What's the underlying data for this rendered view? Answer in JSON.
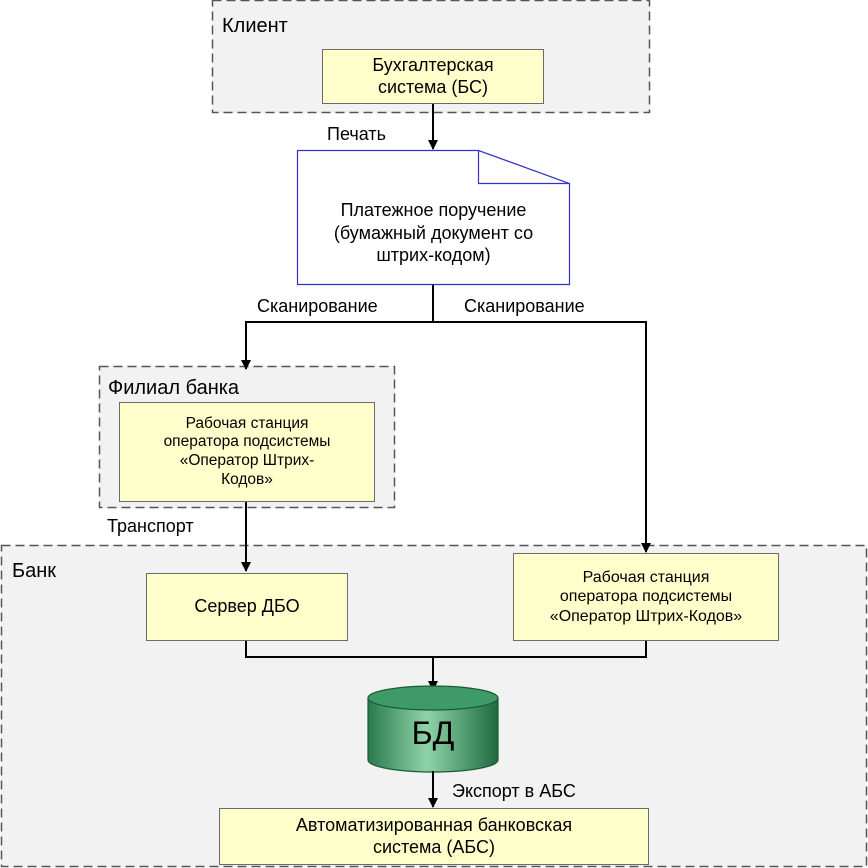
{
  "zones": {
    "client": "Клиент",
    "branch": "Филиал банка",
    "bank": "Банк"
  },
  "nodes": {
    "accounting": "Бухгалтерская\nсистема (БС)",
    "payment_order": "Платежное поручение\n(бумажный документ со\nштрих-кодом)",
    "branch_workstation": "Рабочая станция\nоператора подсистемы\n«Оператор Штрих-\nКодов»",
    "dbo_server": "Сервер ДБО",
    "bank_workstation": "Рабочая станция\nоператора подсистемы\n«Оператор Штрих-Кодов»",
    "database": "БД",
    "abs": "Автоматизированная банковская\nсистема (АБС)"
  },
  "edges": {
    "print": "Печать",
    "scan_left": "Сканирование",
    "scan_right": "Сканирование",
    "transport": "Транспорт",
    "export": "Экспорт в АБС"
  },
  "colors": {
    "zone_fill": "#f2f2f2",
    "box_fill": "#ffffcc",
    "document_border": "#3333cc",
    "db_fill": "#2e8b57"
  }
}
